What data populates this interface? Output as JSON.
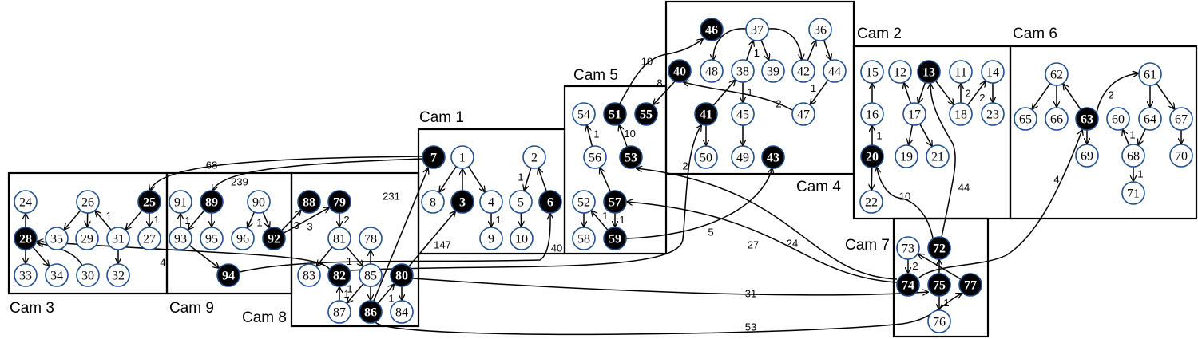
{
  "cameras": [
    {
      "name": "Cam 1",
      "nodes": [
        {
          "id": "7",
          "black": true
        },
        {
          "id": "1",
          "black": false
        },
        {
          "id": "2",
          "black": false
        },
        {
          "id": "8",
          "black": false
        },
        {
          "id": "3",
          "black": true
        },
        {
          "id": "4",
          "black": false
        },
        {
          "id": "5",
          "black": false
        },
        {
          "id": "6",
          "black": true
        },
        {
          "id": "9",
          "black": false
        },
        {
          "id": "10",
          "black": false
        }
      ]
    },
    {
      "name": "Cam 2",
      "nodes": [
        {
          "id": "15",
          "black": false
        },
        {
          "id": "12",
          "black": false
        },
        {
          "id": "13",
          "black": true
        },
        {
          "id": "11",
          "black": false
        },
        {
          "id": "14",
          "black": false
        },
        {
          "id": "16",
          "black": false
        },
        {
          "id": "17",
          "black": false
        },
        {
          "id": "18",
          "black": false
        },
        {
          "id": "23",
          "black": false
        },
        {
          "id": "20",
          "black": true
        },
        {
          "id": "19",
          "black": false
        },
        {
          "id": "21",
          "black": false
        },
        {
          "id": "22",
          "black": false
        }
      ]
    },
    {
      "name": "Cam 3",
      "nodes": [
        {
          "id": "24",
          "black": false
        },
        {
          "id": "26",
          "black": false
        },
        {
          "id": "25",
          "black": true
        },
        {
          "id": "28",
          "black": true
        },
        {
          "id": "35",
          "black": false
        },
        {
          "id": "29",
          "black": false
        },
        {
          "id": "31",
          "black": false
        },
        {
          "id": "27",
          "black": false
        },
        {
          "id": "33",
          "black": false
        },
        {
          "id": "34",
          "black": false
        },
        {
          "id": "30",
          "black": false
        },
        {
          "id": "32",
          "black": false
        }
      ]
    },
    {
      "name": "Cam 4",
      "nodes": [
        {
          "id": "46",
          "black": true
        },
        {
          "id": "37",
          "black": false
        },
        {
          "id": "36",
          "black": false
        },
        {
          "id": "40",
          "black": true
        },
        {
          "id": "48",
          "black": false
        },
        {
          "id": "38",
          "black": false
        },
        {
          "id": "39",
          "black": false
        },
        {
          "id": "42",
          "black": false
        },
        {
          "id": "44",
          "black": false
        },
        {
          "id": "41",
          "black": true
        },
        {
          "id": "45",
          "black": false
        },
        {
          "id": "47",
          "black": false
        },
        {
          "id": "50",
          "black": false
        },
        {
          "id": "49",
          "black": false
        },
        {
          "id": "43",
          "black": true
        }
      ]
    },
    {
      "name": "Cam 5",
      "nodes": [
        {
          "id": "54",
          "black": false
        },
        {
          "id": "51",
          "black": true
        },
        {
          "id": "55",
          "black": true
        },
        {
          "id": "56",
          "black": false
        },
        {
          "id": "53",
          "black": true
        },
        {
          "id": "52",
          "black": false
        },
        {
          "id": "57",
          "black": true
        },
        {
          "id": "58",
          "black": false
        },
        {
          "id": "59",
          "black": true
        }
      ]
    },
    {
      "name": "Cam 6",
      "nodes": [
        {
          "id": "62",
          "black": false
        },
        {
          "id": "61",
          "black": false
        },
        {
          "id": "65",
          "black": false
        },
        {
          "id": "66",
          "black": false
        },
        {
          "id": "63",
          "black": true
        },
        {
          "id": "60",
          "black": false
        },
        {
          "id": "64",
          "black": false
        },
        {
          "id": "67",
          "black": false
        },
        {
          "id": "69",
          "black": false
        },
        {
          "id": "68",
          "black": false
        },
        {
          "id": "70",
          "black": false
        },
        {
          "id": "71",
          "black": false
        }
      ]
    },
    {
      "name": "Cam 7",
      "nodes": [
        {
          "id": "73",
          "black": false
        },
        {
          "id": "72",
          "black": true
        },
        {
          "id": "74",
          "black": true
        },
        {
          "id": "75",
          "black": true
        },
        {
          "id": "77",
          "black": true
        },
        {
          "id": "76",
          "black": false
        }
      ]
    },
    {
      "name": "Cam 8",
      "nodes": [
        {
          "id": "88",
          "black": true
        },
        {
          "id": "79",
          "black": true
        },
        {
          "id": "81",
          "black": false
        },
        {
          "id": "78",
          "black": false
        },
        {
          "id": "83",
          "black": false
        },
        {
          "id": "82",
          "black": true
        },
        {
          "id": "85",
          "black": false
        },
        {
          "id": "80",
          "black": true
        },
        {
          "id": "87",
          "black": false
        },
        {
          "id": "86",
          "black": true
        },
        {
          "id": "84",
          "black": false
        }
      ]
    },
    {
      "name": "Cam 9",
      "nodes": [
        {
          "id": "91",
          "black": false
        },
        {
          "id": "89",
          "black": true
        },
        {
          "id": "90",
          "black": false
        },
        {
          "id": "93",
          "black": false
        },
        {
          "id": "95",
          "black": false
        },
        {
          "id": "96",
          "black": false
        },
        {
          "id": "92",
          "black": true
        },
        {
          "id": "94",
          "black": true
        }
      ]
    }
  ],
  "edges": [
    {
      "from": "28",
      "to": "24",
      "label": ""
    },
    {
      "from": "28",
      "to": "33",
      "label": ""
    },
    {
      "from": "28",
      "to": "34",
      "label": ""
    },
    {
      "from": "30",
      "to": "28",
      "label": ""
    },
    {
      "from": "26",
      "to": "35",
      "label": ""
    },
    {
      "from": "26",
      "to": "29",
      "label": ""
    },
    {
      "from": "31",
      "to": "26",
      "label": "1"
    },
    {
      "from": "25",
      "to": "31",
      "label": ""
    },
    {
      "from": "25",
      "to": "27",
      "label": "1"
    },
    {
      "from": "31",
      "to": "32",
      "label": ""
    },
    {
      "from": "82",
      "to": "28",
      "label": "4"
    },
    {
      "from": "7",
      "to": "25",
      "label": "68"
    },
    {
      "from": "7",
      "to": "89",
      "label": "239"
    },
    {
      "from": "86",
      "to": "7",
      "label": "231"
    },
    {
      "from": "93",
      "to": "91",
      "label": "1"
    },
    {
      "from": "89",
      "to": "93",
      "label": ""
    },
    {
      "from": "89",
      "to": "95",
      "label": ""
    },
    {
      "from": "90",
      "to": "96",
      "label": ""
    },
    {
      "from": "90",
      "to": "92",
      "label": "1"
    },
    {
      "from": "92",
      "to": "88",
      "label": "3"
    },
    {
      "from": "92",
      "to": "79",
      "label": "3"
    },
    {
      "from": "93",
      "to": "94",
      "label": ""
    },
    {
      "from": "94",
      "to": "6",
      "label": "40"
    },
    {
      "from": "79",
      "to": "81",
      "label": "2"
    },
    {
      "from": "81",
      "to": "83",
      "label": ""
    },
    {
      "from": "81",
      "to": "85",
      "label": "1"
    },
    {
      "from": "85",
      "to": "78",
      "label": ""
    },
    {
      "from": "85",
      "to": "87",
      "label": "1"
    },
    {
      "from": "87",
      "to": "82",
      "label": "1"
    },
    {
      "from": "85",
      "to": "86",
      "label": ""
    },
    {
      "from": "86",
      "to": "80",
      "label": "1"
    },
    {
      "from": "80",
      "to": "84",
      "label": ""
    },
    {
      "from": "80",
      "to": "3",
      "label": "147"
    },
    {
      "from": "82",
      "to": "41",
      "label": "2"
    },
    {
      "from": "74",
      "to": "57",
      "label": "27"
    },
    {
      "from": "74",
      "to": "53",
      "label": "24"
    },
    {
      "from": "80",
      "to": "75",
      "label": "31"
    },
    {
      "from": "86",
      "to": "77",
      "label": "53"
    },
    {
      "from": "1",
      "to": "8",
      "label": ""
    },
    {
      "from": "3",
      "to": "1",
      "label": ""
    },
    {
      "from": "1",
      "to": "4",
      "label": ""
    },
    {
      "from": "2",
      "to": "5",
      "label": "1"
    },
    {
      "from": "6",
      "to": "2",
      "label": ""
    },
    {
      "from": "4",
      "to": "9",
      "label": "1"
    },
    {
      "from": "5",
      "to": "10",
      "label": ""
    },
    {
      "from": "56",
      "to": "54",
      "label": "1"
    },
    {
      "from": "53",
      "to": "51",
      "label": "10"
    },
    {
      "from": "57",
      "to": "56",
      "label": ""
    },
    {
      "from": "57",
      "to": "59",
      "label": "1"
    },
    {
      "from": "59",
      "to": "52",
      "label": "1"
    },
    {
      "from": "52",
      "to": "58",
      "label": ""
    },
    {
      "from": "51",
      "to": "46",
      "label": "10"
    },
    {
      "from": "40",
      "to": "55",
      "label": "8"
    },
    {
      "from": "59",
      "to": "43",
      "label": "5"
    },
    {
      "from": "37",
      "to": "48",
      "label": ""
    },
    {
      "from": "38",
      "to": "37",
      "label": "1"
    },
    {
      "from": "37",
      "to": "39",
      "label": ""
    },
    {
      "from": "37",
      "to": "42",
      "label": ""
    },
    {
      "from": "42",
      "to": "36",
      "label": ""
    },
    {
      "from": "36",
      "to": "44",
      "label": ""
    },
    {
      "from": "44",
      "to": "47",
      "label": "1"
    },
    {
      "from": "47",
      "to": "40",
      "label": "2"
    },
    {
      "from": "38",
      "to": "45",
      "label": "1"
    },
    {
      "from": "41",
      "to": "38",
      "label": ""
    },
    {
      "from": "41",
      "to": "50",
      "label": ""
    },
    {
      "from": "45",
      "to": "49",
      "label": ""
    },
    {
      "from": "20",
      "to": "16",
      "label": "1"
    },
    {
      "from": "16",
      "to": "15",
      "label": ""
    },
    {
      "from": "20",
      "to": "22",
      "label": ""
    },
    {
      "from": "17",
      "to": "12",
      "label": ""
    },
    {
      "from": "13",
      "to": "17",
      "label": ""
    },
    {
      "from": "13",
      "to": "18",
      "label": ""
    },
    {
      "from": "18",
      "to": "11",
      "label": "2"
    },
    {
      "from": "18",
      "to": "14",
      "label": "2"
    },
    {
      "from": "14",
      "to": "23",
      "label": ""
    },
    {
      "from": "17",
      "to": "19",
      "label": ""
    },
    {
      "from": "17",
      "to": "21",
      "label": ""
    },
    {
      "from": "72",
      "to": "20",
      "label": "10"
    },
    {
      "from": "72",
      "to": "13",
      "label": "44"
    },
    {
      "from": "63",
      "to": "62",
      "label": ""
    },
    {
      "from": "62",
      "to": "65",
      "label": ""
    },
    {
      "from": "62",
      "to": "66",
      "label": ""
    },
    {
      "from": "63",
      "to": "61",
      "label": "2"
    },
    {
      "from": "61",
      "to": "64",
      "label": ""
    },
    {
      "from": "61",
      "to": "67",
      "label": ""
    },
    {
      "from": "63",
      "to": "69",
      "label": ""
    },
    {
      "from": "68",
      "to": "60",
      "label": "1"
    },
    {
      "from": "64",
      "to": "68",
      "label": ""
    },
    {
      "from": "67",
      "to": "70",
      "label": ""
    },
    {
      "from": "68",
      "to": "71",
      "label": "1"
    },
    {
      "from": "74",
      "to": "63",
      "label": "4"
    },
    {
      "from": "73",
      "to": "74",
      "label": "2"
    },
    {
      "from": "75",
      "to": "72",
      "label": ""
    },
    {
      "from": "77",
      "to": "73",
      "label": ""
    },
    {
      "from": "75",
      "to": "76",
      "label": "1"
    }
  ]
}
